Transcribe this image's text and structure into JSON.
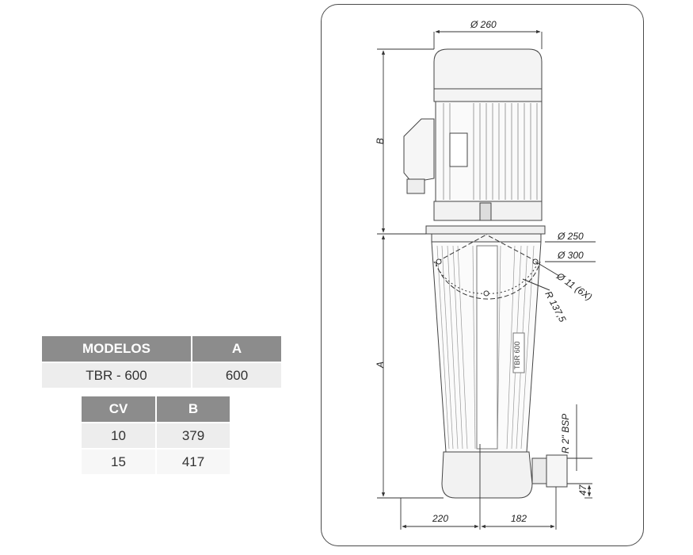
{
  "table_models": {
    "headers": [
      "MODELOS",
      "A"
    ],
    "rows": [
      [
        "TBR - 600",
        "600"
      ]
    ]
  },
  "table_power": {
    "headers": [
      "CV",
      "B"
    ],
    "rows": [
      [
        "10",
        "379"
      ],
      [
        "15",
        "417"
      ]
    ]
  },
  "drawing": {
    "dim_motor_diameter": "Ø 260",
    "dim_b": "B",
    "dim_a": "A",
    "dim_flange_250": "Ø 250",
    "dim_flange_300": "Ø 300",
    "dim_holes": "Ø 11 (6X)",
    "dim_radius": "R 137,5",
    "dim_outlet": "R 2\" BSP",
    "dim_offset": "47",
    "dim_left": "220",
    "dim_right": "182",
    "body_label": "TBR 600"
  }
}
